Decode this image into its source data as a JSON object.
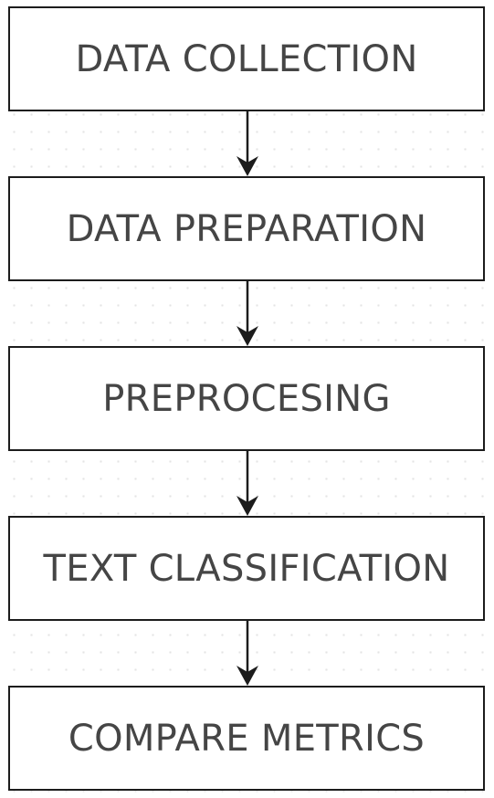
{
  "flowchart": {
    "steps": [
      {
        "label": "DATA COLLECTION"
      },
      {
        "label": "DATA PREPARATION"
      },
      {
        "label": "PREPROCESING"
      },
      {
        "label": "TEXT CLASSIFICATION"
      },
      {
        "label": "COMPARE METRICS"
      }
    ],
    "connector_count": 4
  },
  "colors": {
    "box_border": "#1c1c1c",
    "box_fill": "#ffffff",
    "text": "#454545",
    "arrow": "#1c1c1c",
    "background": "#ffffff",
    "grid_dots": "#e4e4e4"
  }
}
